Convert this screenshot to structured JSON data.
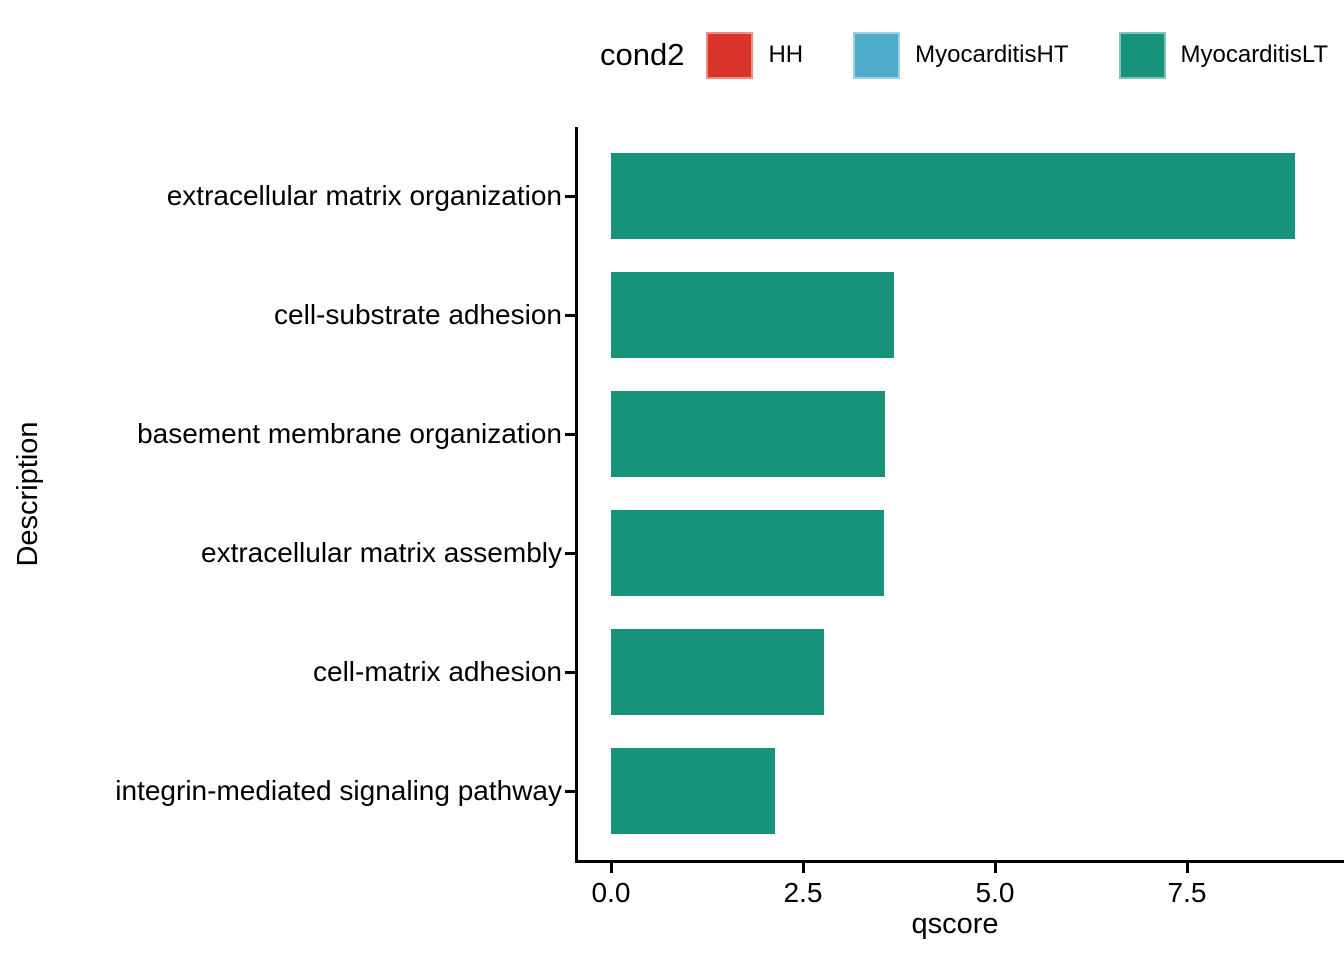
{
  "chart_data": {
    "type": "bar",
    "orientation": "horizontal",
    "xlabel": "qscore",
    "ylabel": "Description",
    "legend_title": "cond2",
    "legend_position": "top",
    "grid": false,
    "legend": [
      {
        "label": "HH",
        "color": "#D9352A"
      },
      {
        "label": "MyocarditisHT",
        "color": "#4FADCB"
      },
      {
        "label": "MyocarditisLT",
        "color": "#17937B"
      }
    ],
    "series_condition_shown": "MyocarditisLT",
    "bar_color": "#17937B",
    "categories": [
      "extracellular matrix organization",
      "cell-substrate adhesion",
      "basement membrane organization",
      "extracellular matrix assembly",
      "cell-matrix adhesion",
      "integrin-mediated signaling pathway"
    ],
    "values": [
      8.9,
      3.68,
      3.57,
      3.56,
      2.77,
      2.14
    ],
    "xlim": [
      0,
      9.5
    ],
    "x_ticks": [
      {
        "value": 0,
        "label": "0.0"
      },
      {
        "value": 2.5,
        "label": "2.5"
      },
      {
        "value": 5,
        "label": "5.0"
      },
      {
        "value": 7.5,
        "label": "7.5"
      }
    ],
    "axis_color": "#000000",
    "text_color": "#000000"
  }
}
